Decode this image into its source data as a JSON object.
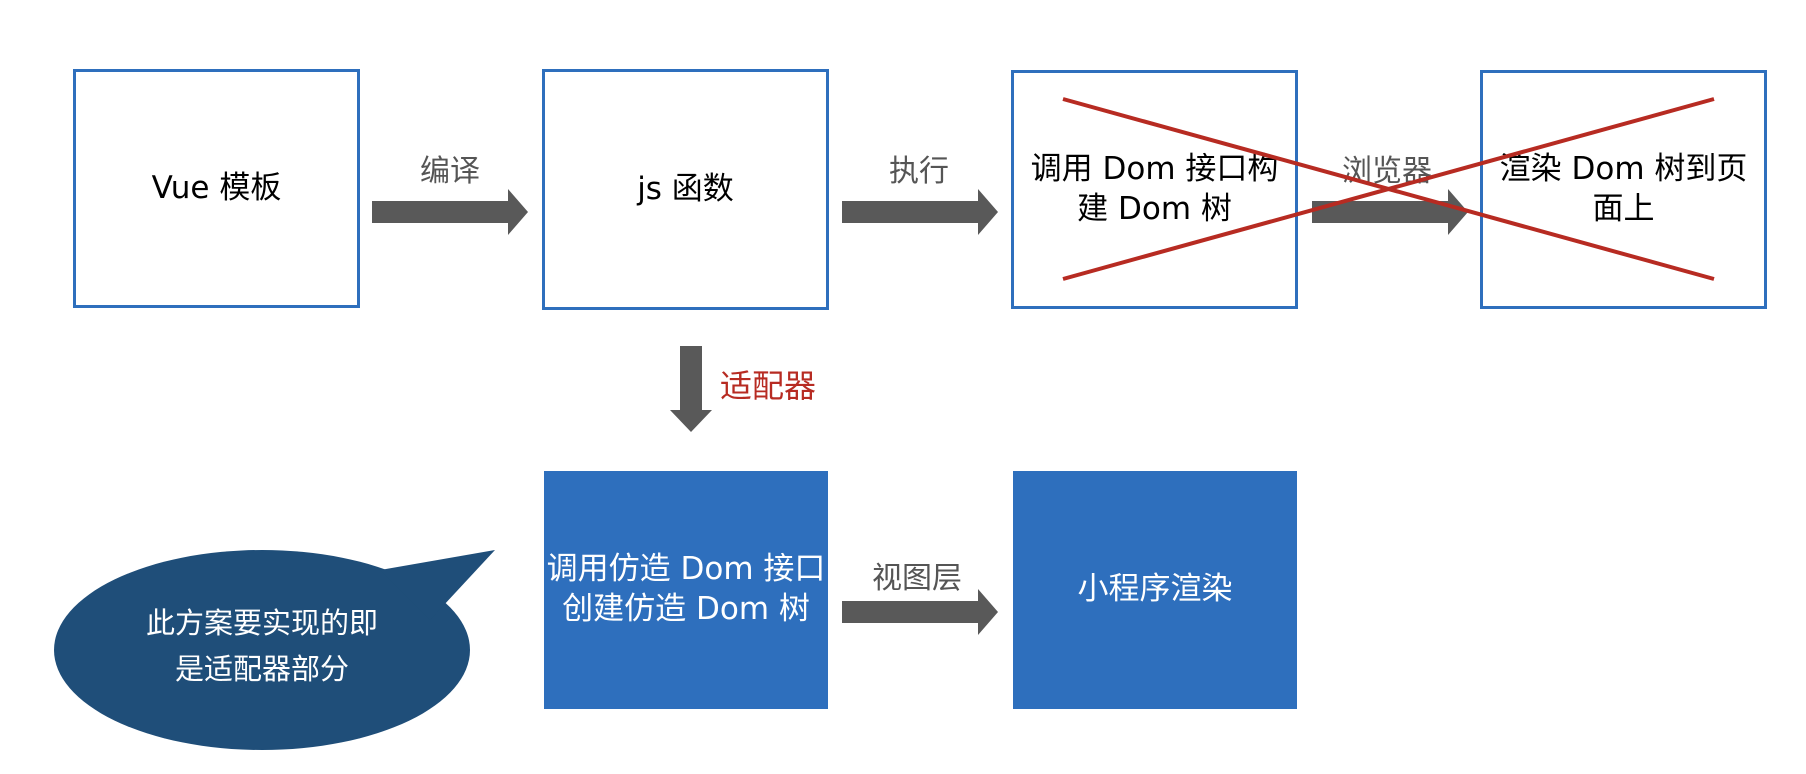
{
  "colors": {
    "box_border": "#2e6fbd",
    "box_fill": "#2e6fbd",
    "arrow": "#595959",
    "cross": "#b72b22",
    "adapter_label": "#b72b22",
    "bubble": "#1f4e79"
  },
  "nodes": {
    "vue_template": "Vue 模板",
    "js_function": "js 函数",
    "call_dom_api": "调用 Dom 接口构\n建 Dom 树",
    "render_dom_to_page": "渲染 Dom 树到页\n面上",
    "call_mock_dom_api": "调用仿造 Dom 接口\n创建仿造 Dom 树",
    "miniprogram_render": "小程序渲染"
  },
  "edges": {
    "compile": "编译",
    "execute": "执行",
    "browser": "浏览器",
    "adapter": "适配器",
    "view_layer": "视图层"
  },
  "bubble": {
    "text": "此方案要实现的即\n是适配器部分"
  }
}
